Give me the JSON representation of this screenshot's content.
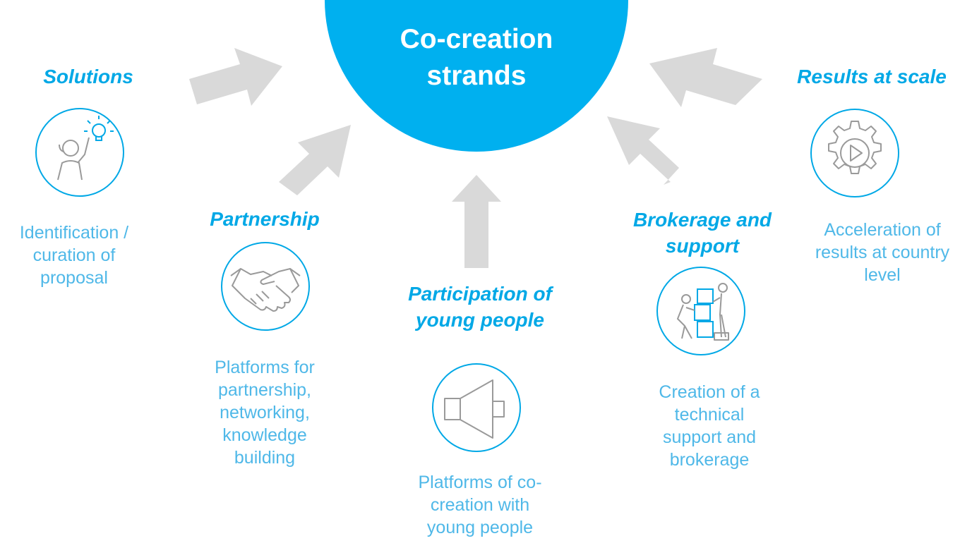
{
  "hub": {
    "title": "Co-creation strands"
  },
  "strands": [
    {
      "id": "solutions",
      "title": "Solutions",
      "icon": "person-lightbulb-icon",
      "description": "Identification / curation of proposal"
    },
    {
      "id": "partnership",
      "title": "Partnership",
      "icon": "handshake-icon",
      "description": "Platforms for partnership, networking, knowledge building"
    },
    {
      "id": "participation",
      "title": "Participation of young people",
      "icon": "megaphone-icon",
      "description": "Platforms of co-creation with young people"
    },
    {
      "id": "brokerage",
      "title": "Brokerage and support",
      "icon": "people-stacking-boxes-icon",
      "description": "Creation of a technical support and brokerage"
    },
    {
      "id": "results",
      "title": "Results at scale",
      "icon": "gear-play-icon",
      "description": "Acceleration of results at country level"
    }
  ],
  "colors": {
    "hub": "#00b0ef",
    "title": "#00a8e6",
    "description": "#4fb8e8",
    "arrow": "#d9d9d9",
    "icon": "#9a9a9a"
  }
}
